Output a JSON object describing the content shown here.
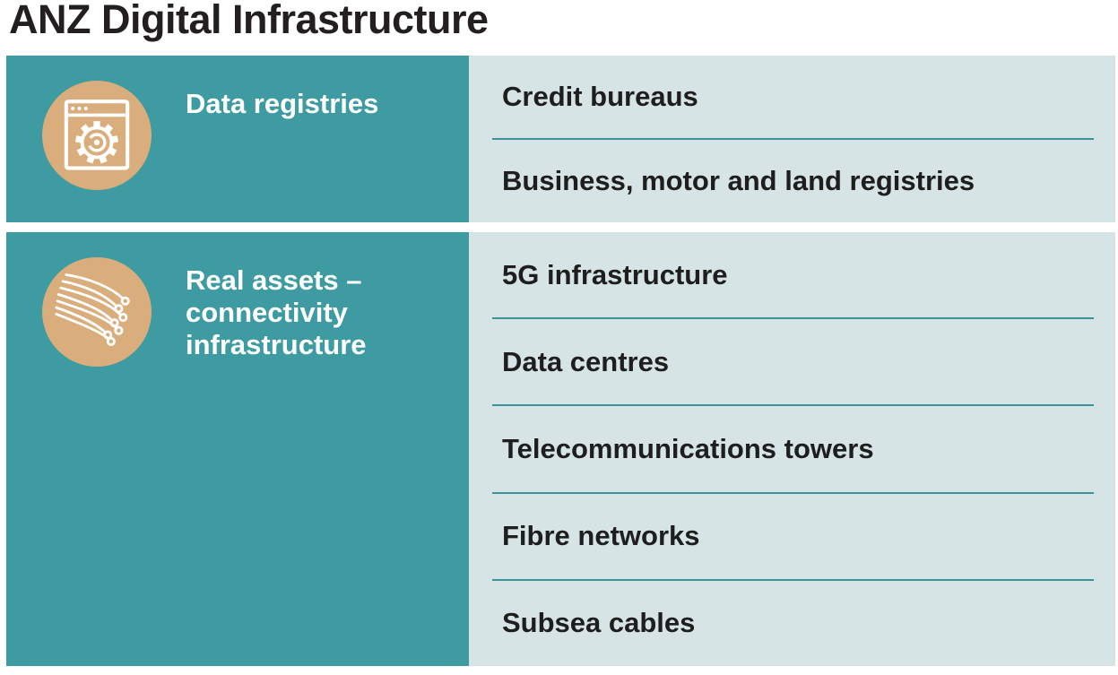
{
  "title": "ANZ Digital Infrastructure",
  "colors": {
    "teal": "#3d9ba1",
    "panel": "#d7e4e5",
    "circle": "#d9ad7c",
    "divider": "#38939b",
    "text_dark": "#1e1e1e",
    "title_dark": "#231f20",
    "white": "#ffffff"
  },
  "sections": [
    {
      "category": "Data registries",
      "icon": "browser-gear-icon",
      "items": [
        "Credit bureaus",
        "Business, motor and land registries"
      ]
    },
    {
      "category": "Real assets – connectivity infrastructure",
      "icon": "fibre-optic-cables-icon",
      "items": [
        "5G infrastructure",
        "Data centres",
        "Telecommunications towers",
        "Fibre networks",
        "Subsea cables"
      ]
    }
  ]
}
